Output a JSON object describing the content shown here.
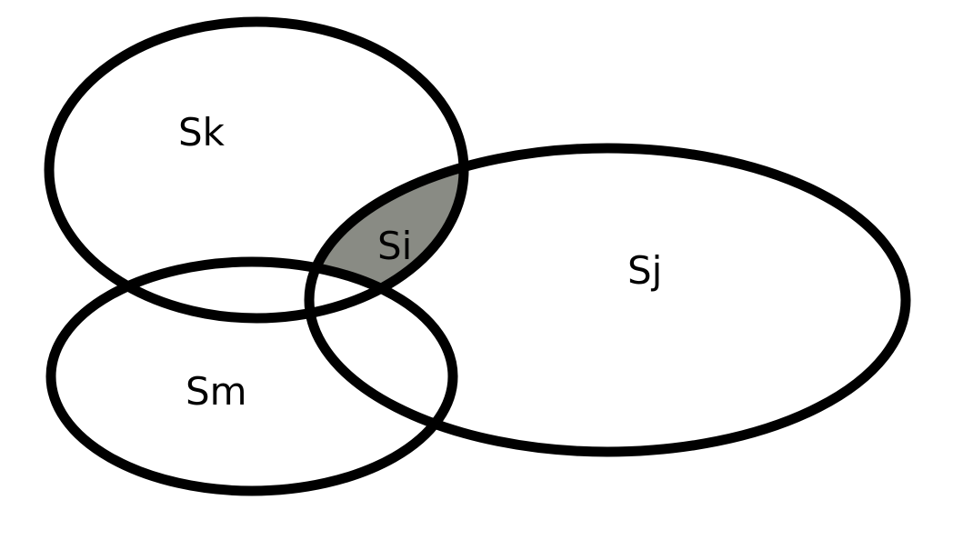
{
  "diagram": {
    "sets": [
      {
        "id": "Sk",
        "label": "Sk"
      },
      {
        "id": "Sj",
        "label": "Sj"
      },
      {
        "id": "Sm",
        "label": "Sm"
      }
    ],
    "intersection": {
      "label": "Si",
      "of": [
        "Sk",
        "Sj"
      ],
      "excludes": "Sm",
      "fill_color": "#898b84"
    },
    "outline_color": "#000000",
    "background_color": "#ffffff"
  }
}
